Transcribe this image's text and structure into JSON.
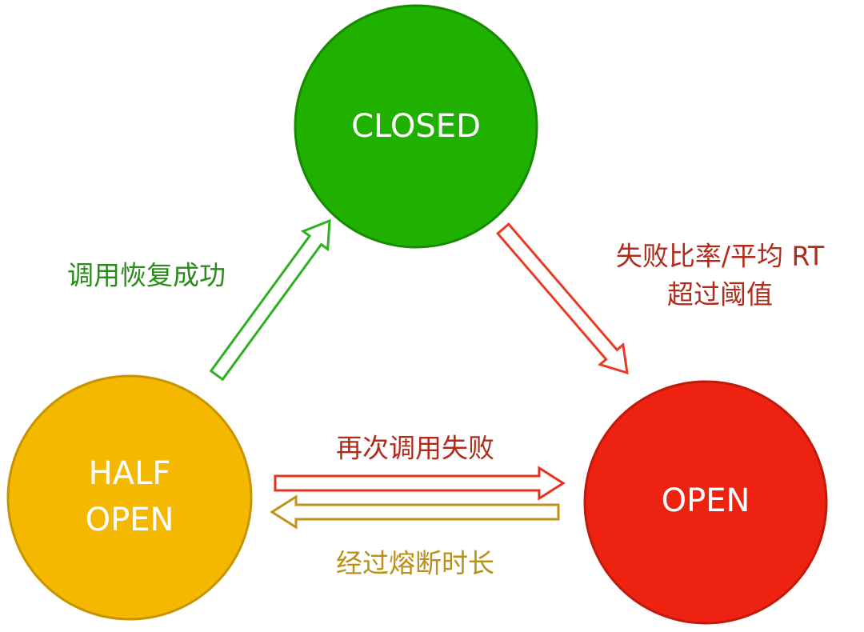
{
  "states": {
    "closed": {
      "label": "CLOSED",
      "fill": "#1fb000",
      "stroke": "#188a00"
    },
    "half_open": {
      "line1": "HALF",
      "line2": "OPEN",
      "fill": "#f5b800",
      "stroke": "#c89400"
    },
    "open": {
      "label": "OPEN",
      "fill": "#ee2211",
      "stroke": "#c01a0a"
    }
  },
  "transitions": {
    "half_to_closed": {
      "label": "调用恢复成功",
      "color": "#2fb020",
      "text_color": "#2a8a1a"
    },
    "closed_to_open": {
      "line1": "失败比率/平均 RT",
      "line2": "超过阈值",
      "color": "#e83a25",
      "text_color": "#b22a1a"
    },
    "half_to_open": {
      "label": "再次调用失败",
      "color": "#e8301c",
      "text_color": "#b22a1a"
    },
    "open_to_half": {
      "label": "经过熔断时长",
      "color": "#bf921a",
      "text_color": "#b8901a"
    }
  }
}
